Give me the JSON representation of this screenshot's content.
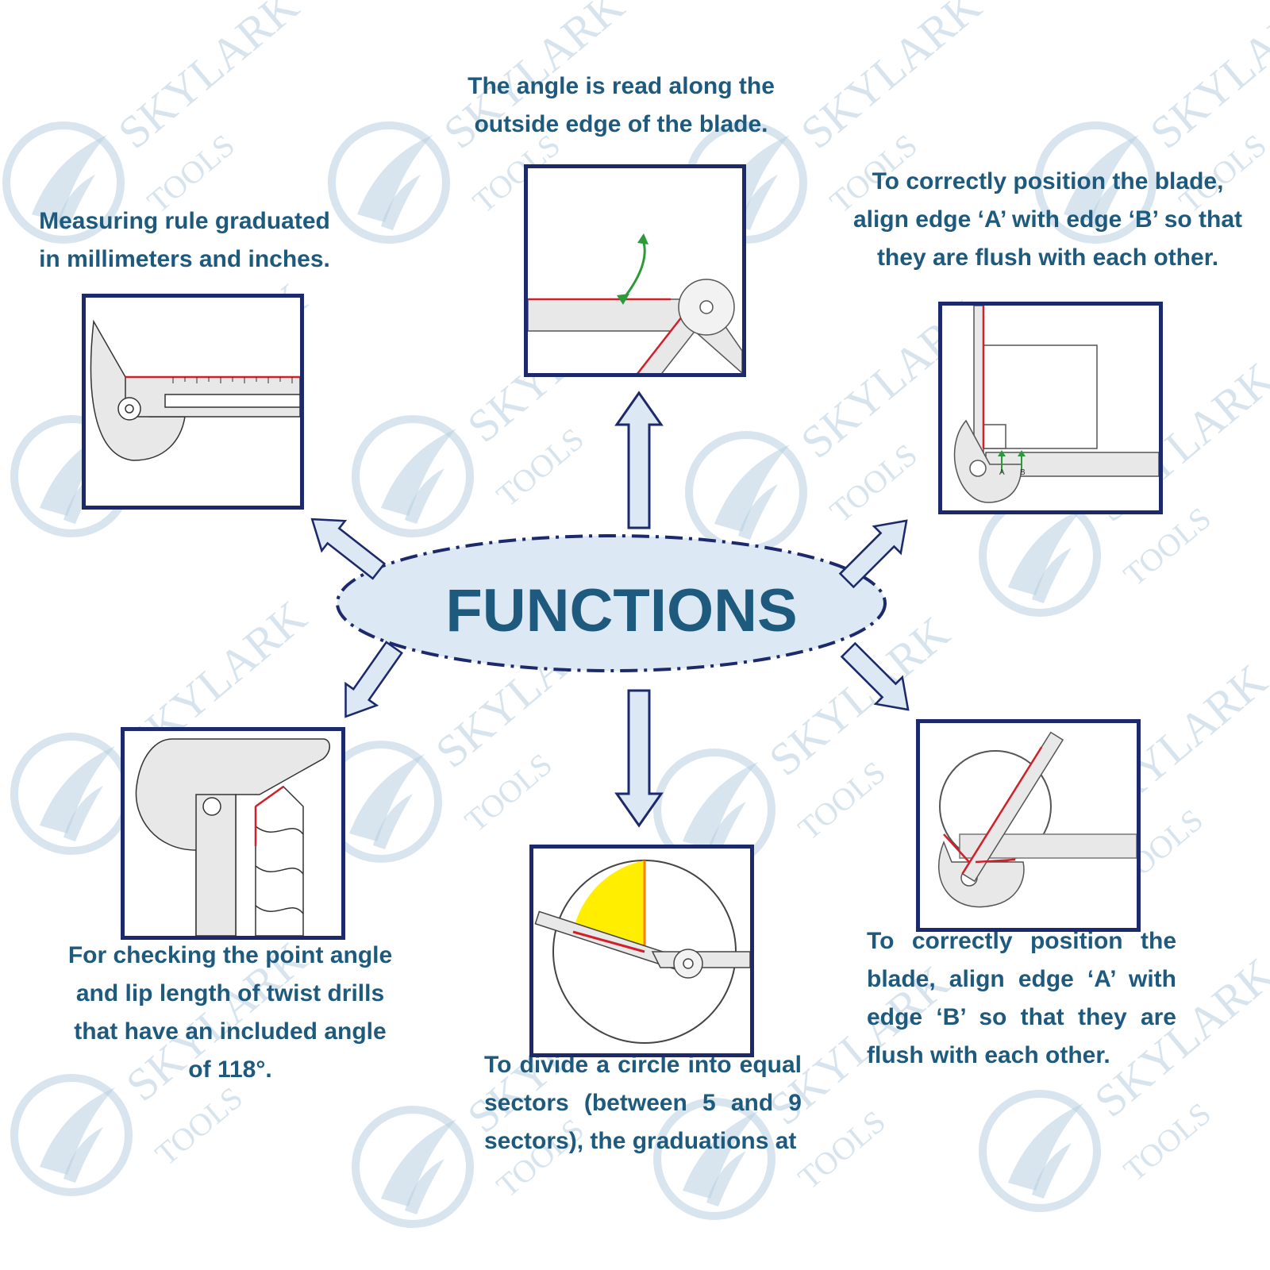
{
  "center": {
    "label": "FUNCTIONS"
  },
  "captions": {
    "top": "The angle is read along the outside edge of the blade.",
    "top_left": "Measuring rule graduated in millimeters and inches.",
    "top_right": "To correctly position the blade, align edge ‘A’ with edge ‘B’ so that they are flush with each other.",
    "bottom_left": "For checking the point angle and lip length of twist drills that have an included angle of 118°.",
    "bottom_center": "To divide a circle into equal sectors (between 5 and 9 sectors), the graduations at",
    "bottom_right": "To correctly position the blade, align edge ‘A’ with edge ‘B’ so that they are flush with each other."
  },
  "figure_labels": {
    "edge_a": "A",
    "edge_b": "B"
  },
  "watermark": {
    "brand": "SKYLARK",
    "sub": "TOOLS"
  },
  "colors": {
    "caption_text": "#1e5a7e",
    "frame": "#1c2a6b",
    "arrow_fill": "#dce8f4",
    "ellipse_fill": "#dce8f4",
    "accent_red": "#d0202a",
    "accent_green": "#2a9a3a",
    "sector_yellow": "#ffee00",
    "watermark": "#b8cfe0"
  },
  "icons": {
    "arrows": "block-arrow-icon",
    "watermark_logo": "bird-logo-icon"
  }
}
